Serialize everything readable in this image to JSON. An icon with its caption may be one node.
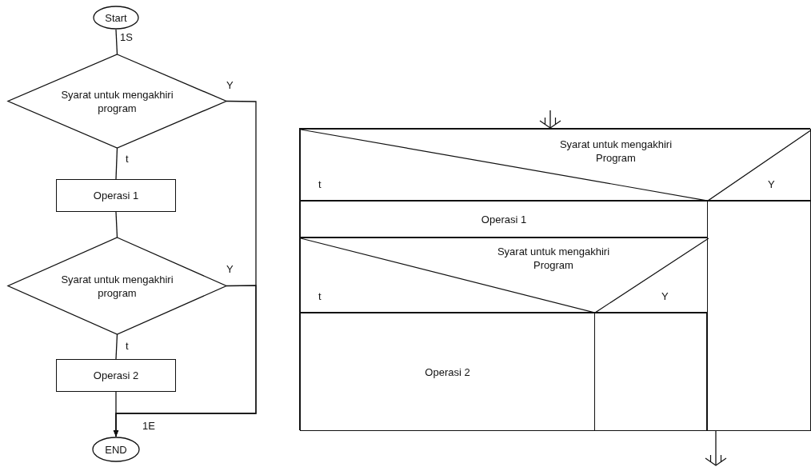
{
  "diagram": {
    "nodes": [
      {
        "text": [
          "Start"
        ],
        "beside": [
          "1S"
        ]
      },
      {
        "text": [
          "Syarat untuk mengakhiri program"
        ]
      },
      {
        "text": [
          "Operasi 1"
        ]
      },
      {
        "text": [
          "Syarat untuk mengakhiri program"
        ]
      },
      {
        "text": [
          "Operasi 2"
        ]
      },
      {
        "text": [
          "END"
        ],
        "beside": [
          "1E"
        ]
      },
      {
        "text": [],
        "shape": "box"
      },
      {
        "text": [
          "Syarat untuk mengakhiri Program",
          "t",
          "Y"
        ],
        "in": 6
      },
      {
        "text": [
          "Operasi 1"
        ],
        "in": 6
      },
      {
        "text": [],
        "shape": "box",
        "in": 6
      },
      {
        "text": [
          "Syarat untuk mengakhiri Program",
          "t",
          "Y"
        ],
        "in": 6
      },
      {
        "text": [
          "Operasi 2"
        ],
        "in": 6
      },
      {
        "text": [],
        "shape": "box",
        "in": 6
      }
    ],
    "edges": [
      {
        "from": 0,
        "to": 1,
        "arrow": "none"
      },
      {
        "from": 1,
        "to": 2,
        "arrow": "none",
        "label": "t"
      },
      {
        "from": 2,
        "to": 3,
        "arrow": "none"
      },
      {
        "from": 3,
        "to": 4,
        "arrow": "none",
        "label": "t"
      },
      {
        "from": 4,
        "to": 5,
        "arrow": "to"
      },
      {
        "from": 1,
        "to": 5,
        "arrow": "to",
        "label": "Y"
      },
      {
        "from": 3,
        "to": 5,
        "arrow": "to",
        "label": "Y"
      },
      {
        "from": null,
        "to": 6,
        "arrow": "to"
      },
      {
        "from": 6,
        "to": null,
        "arrow": "to"
      }
    ]
  }
}
